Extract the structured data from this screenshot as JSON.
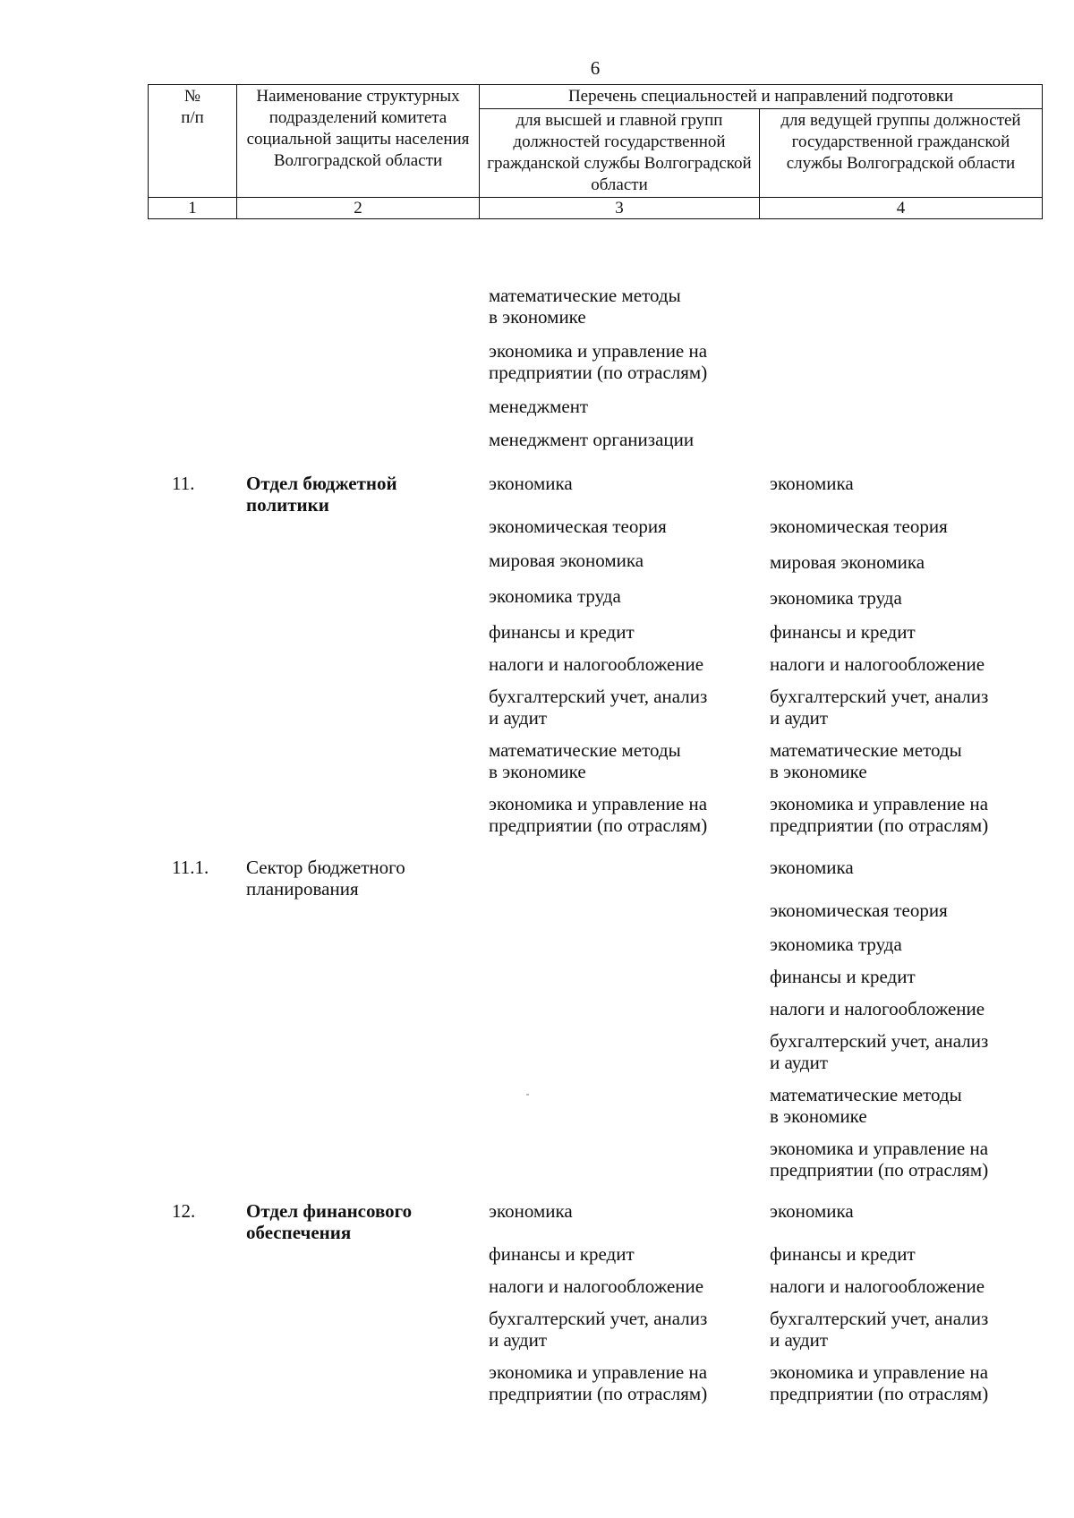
{
  "page_number": "6",
  "header": {
    "col1": [
      "№",
      "п/п"
    ],
    "col2": "Наименование структурных подразделений комитета социальной защиты населения Волгоградской области",
    "group_title": "Перечень специальностей и направлений подготовки",
    "col3": "для высшей и главной групп должностей государственной гражданской службы Волгоградской области",
    "col4": "для ведущей группы должностей государственной гражданской службы Волгоградской области",
    "numbers": [
      "1",
      "2",
      "3",
      "4"
    ]
  },
  "continuation": {
    "col3": [
      "математические методы\nв экономике",
      "экономика и управление на\nпредприятии (по отраслям)",
      "менеджмент",
      "менеджмент организации"
    ]
  },
  "sections": [
    {
      "num": "11.",
      "name": "Отдел бюджетной\nполитики",
      "bold": true,
      "col3": [
        "экономика",
        "экономическая теория",
        "мировая экономика",
        "экономика труда",
        "финансы и кредит",
        "налоги и налогообложение",
        "бухгалтерский учет, анализ\nи аудит",
        "математические методы\nв экономике",
        "экономика и управление на\nпредприятии (по отраслям)"
      ],
      "col4": [
        "экономика",
        "экономическая теория",
        "мировая экономика",
        "экономика труда",
        "финансы и кредит",
        "налоги и налогообложение",
        "бухгалтерский учет, анализ\nи аудит",
        "математические методы\nв экономике",
        "экономика и управление на\nпредприятии (по отраслям)"
      ]
    },
    {
      "num": "11.1.",
      "name": "Сектор бюджетного\nпланирования",
      "bold": false,
      "col3": [],
      "col4": [
        "экономика",
        "экономическая теория",
        "экономика труда",
        "финансы и кредит",
        "налоги и налогообложение",
        "бухгалтерский учет, анализ\nи аудит",
        "математические методы\nв экономике",
        "экономика и управление на\nпредприятии (по отраслям)"
      ]
    },
    {
      "num": "12.",
      "name": "Отдел финансового\nобеспечения",
      "bold": true,
      "col3": [
        "экономика",
        "финансы и кредит",
        "налоги и налогообложение",
        "бухгалтерский учет, анализ\nи аудит",
        "экономика и управление на\nпредприятии (по отраслям)"
      ],
      "col4": [
        "экономика",
        "финансы и кредит",
        "налоги и налогообложение",
        "бухгалтерский учет, анализ\nи аудит",
        "экономика и управление на\nпредприятии (по отраслям)"
      ]
    }
  ]
}
